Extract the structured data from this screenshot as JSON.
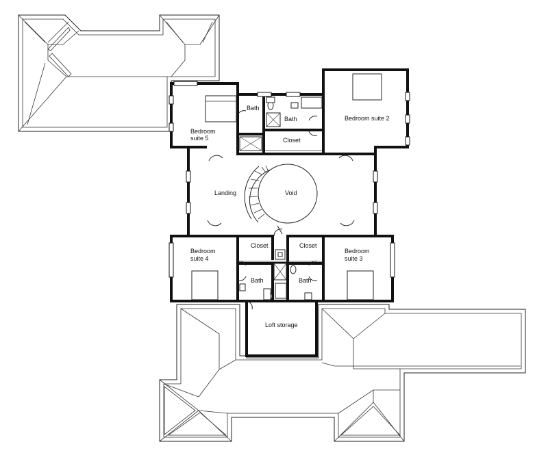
{
  "rooms": {
    "bedroom_suite_5": [
      "Bedroom",
      "suite 5"
    ],
    "bedroom_suite_2": "Bedroom suite 2",
    "bedroom_suite_4": [
      "Bedroom",
      "suite 4"
    ],
    "bedroom_suite_3": [
      "Bedroom",
      "suite 3"
    ],
    "bath_nw": "Bath",
    "bath_n": "Bath",
    "bath_sw": "Bath",
    "bath_se": "Bath",
    "closet_n": "Closet",
    "closet_sw": "Closet",
    "closet_se": "Closet",
    "landing": "Landing",
    "void": "Void",
    "loft_storage": "Loft storage"
  }
}
